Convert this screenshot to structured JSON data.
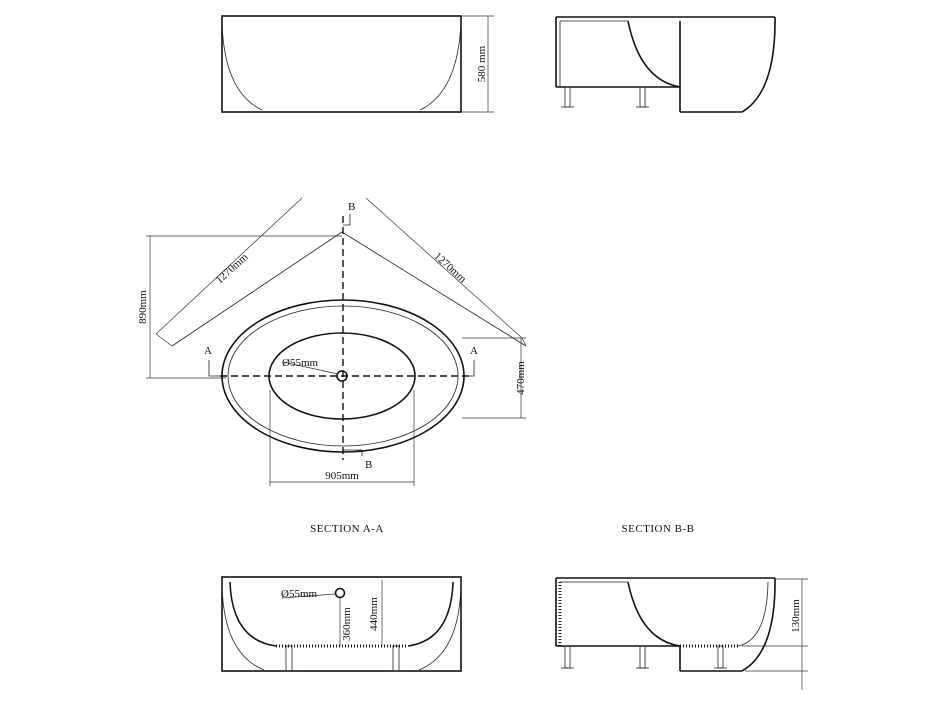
{
  "labels": {
    "height_580": "580 mm",
    "side_1270_left": "1270mm",
    "side_1270_right": "1270mm",
    "depth_890": "890mm",
    "width_470": "470mm",
    "length_905": "905mm",
    "drain_dia_plan": "Ø55mm",
    "drain_dia_section": "Ø55mm",
    "height_360": "360mm",
    "height_440": "440mm",
    "height_130": "130mm",
    "cut_a_left": "A",
    "cut_a_right": "A",
    "cut_b_top": "B",
    "cut_b_bottom": "B",
    "section_aa": "SECTION A-A",
    "section_bb": "SECTION B-B"
  }
}
